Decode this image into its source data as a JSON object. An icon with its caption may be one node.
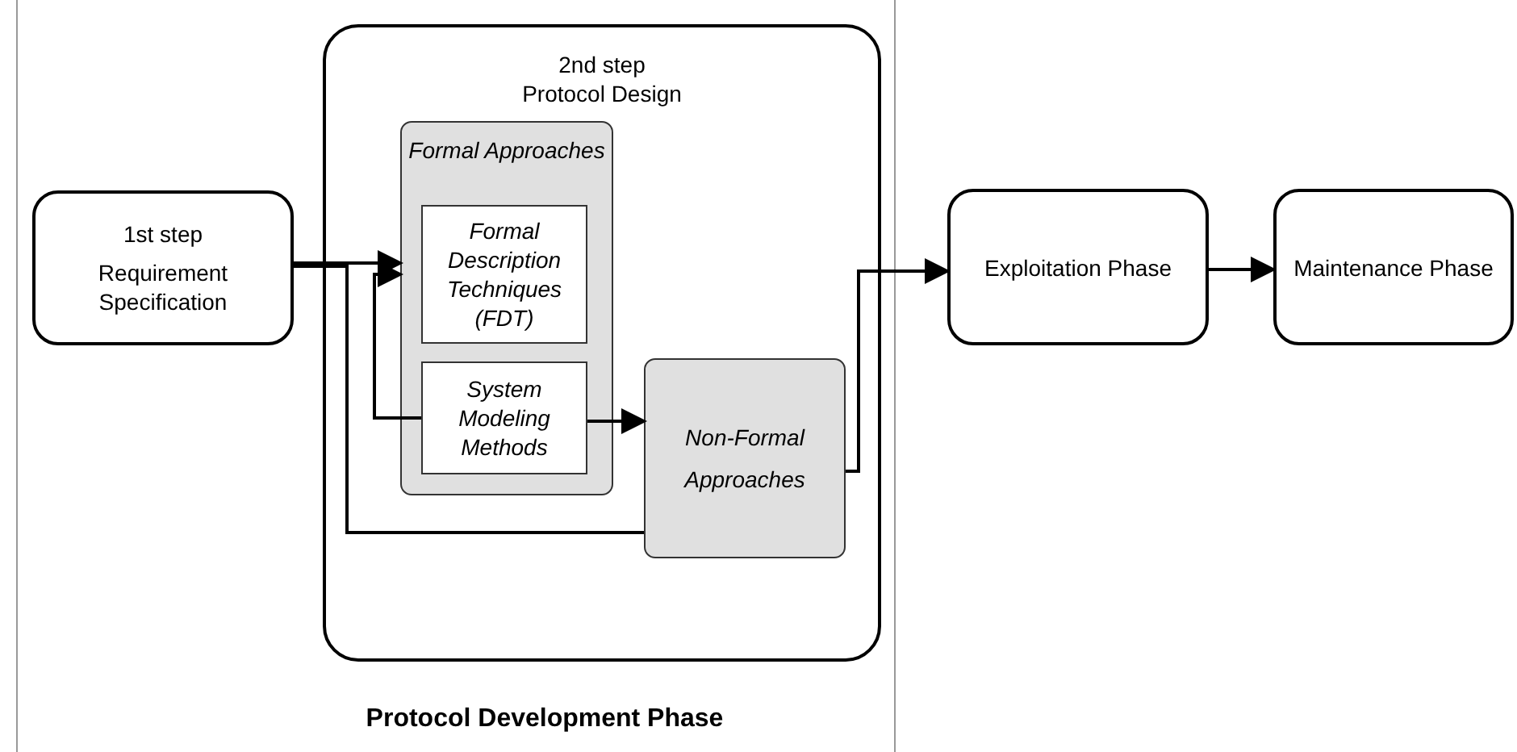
{
  "diagram": {
    "nodes": [
      {
        "text": [
          "Protocol Development Phase"
        ]
      },
      {
        "text": [
          "1st step",
          "Requirement Specification"
        ],
        "in": 0
      },
      {
        "text": [
          "2nd step",
          "Protocol Design"
        ],
        "in": 0
      },
      {
        "text": [
          "Formal Approaches"
        ],
        "in": 2
      },
      {
        "text": [
          "Formal Description Techniques (FDT)"
        ],
        "in": 3
      },
      {
        "text": [
          "System Modeling Methods"
        ],
        "in": 3
      },
      {
        "text": [
          "Non-Formal Approaches"
        ],
        "in": 2
      },
      {
        "text": [
          "Exploitation Phase"
        ]
      },
      {
        "text": [
          "Maintenance Phase"
        ]
      }
    ],
    "edges": [
      {
        "from": 1,
        "to": 3,
        "arrow": "to"
      },
      {
        "from": 1,
        "to": 6,
        "arrow": "none"
      },
      {
        "from": 5,
        "to": 3,
        "arrow": "to"
      },
      {
        "from": 5,
        "to": 6,
        "arrow": "to"
      },
      {
        "from": 6,
        "to": 7,
        "arrow": "to"
      },
      {
        "from": 7,
        "to": 8,
        "arrow": "to"
      }
    ]
  }
}
